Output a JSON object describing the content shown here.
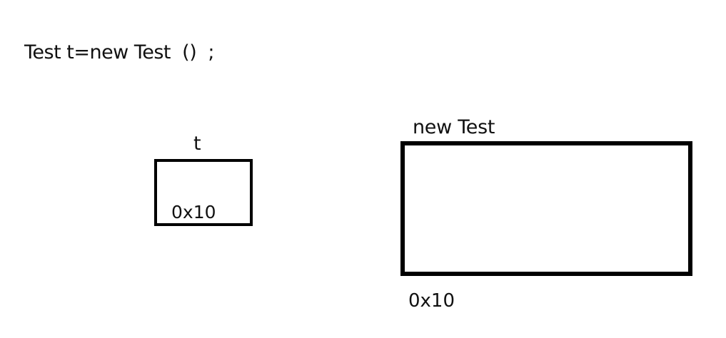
{
  "code": "Test t=new Test  ()  ;",
  "reference": {
    "name": "t",
    "value": "0x10"
  },
  "object": {
    "label": "new Test",
    "address": "0x10"
  }
}
